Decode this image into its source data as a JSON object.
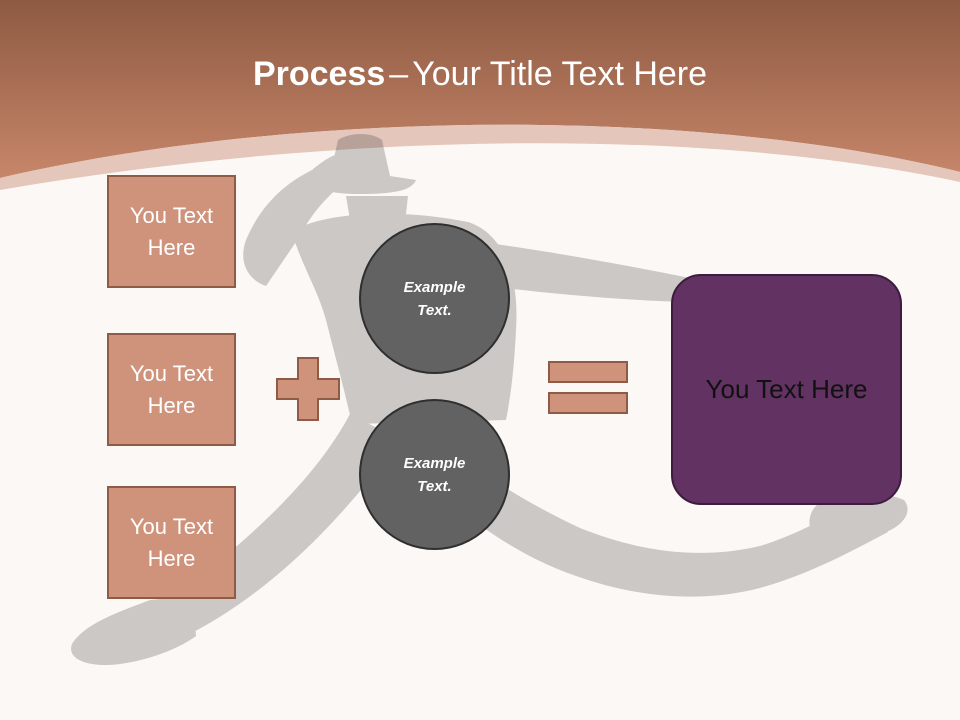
{
  "slide": {
    "title_bold": "Process",
    "title_separator": "–",
    "title_rest": "Your Title Text Here"
  },
  "inputs": [
    {
      "label": "You Text Here"
    },
    {
      "label": "You Text Here"
    },
    {
      "label": "You Text Here"
    }
  ],
  "circles": [
    {
      "label": "Example Text."
    },
    {
      "label": "Example Text."
    }
  ],
  "operators": {
    "plus": "plus-icon",
    "equals": "equals-icon"
  },
  "result": {
    "label": "You Text Here"
  },
  "colors": {
    "header": "#b8785c",
    "background": "#fcf8f5",
    "input_box": "#cf927a",
    "circle": "#626262",
    "result_box": "#613262"
  }
}
